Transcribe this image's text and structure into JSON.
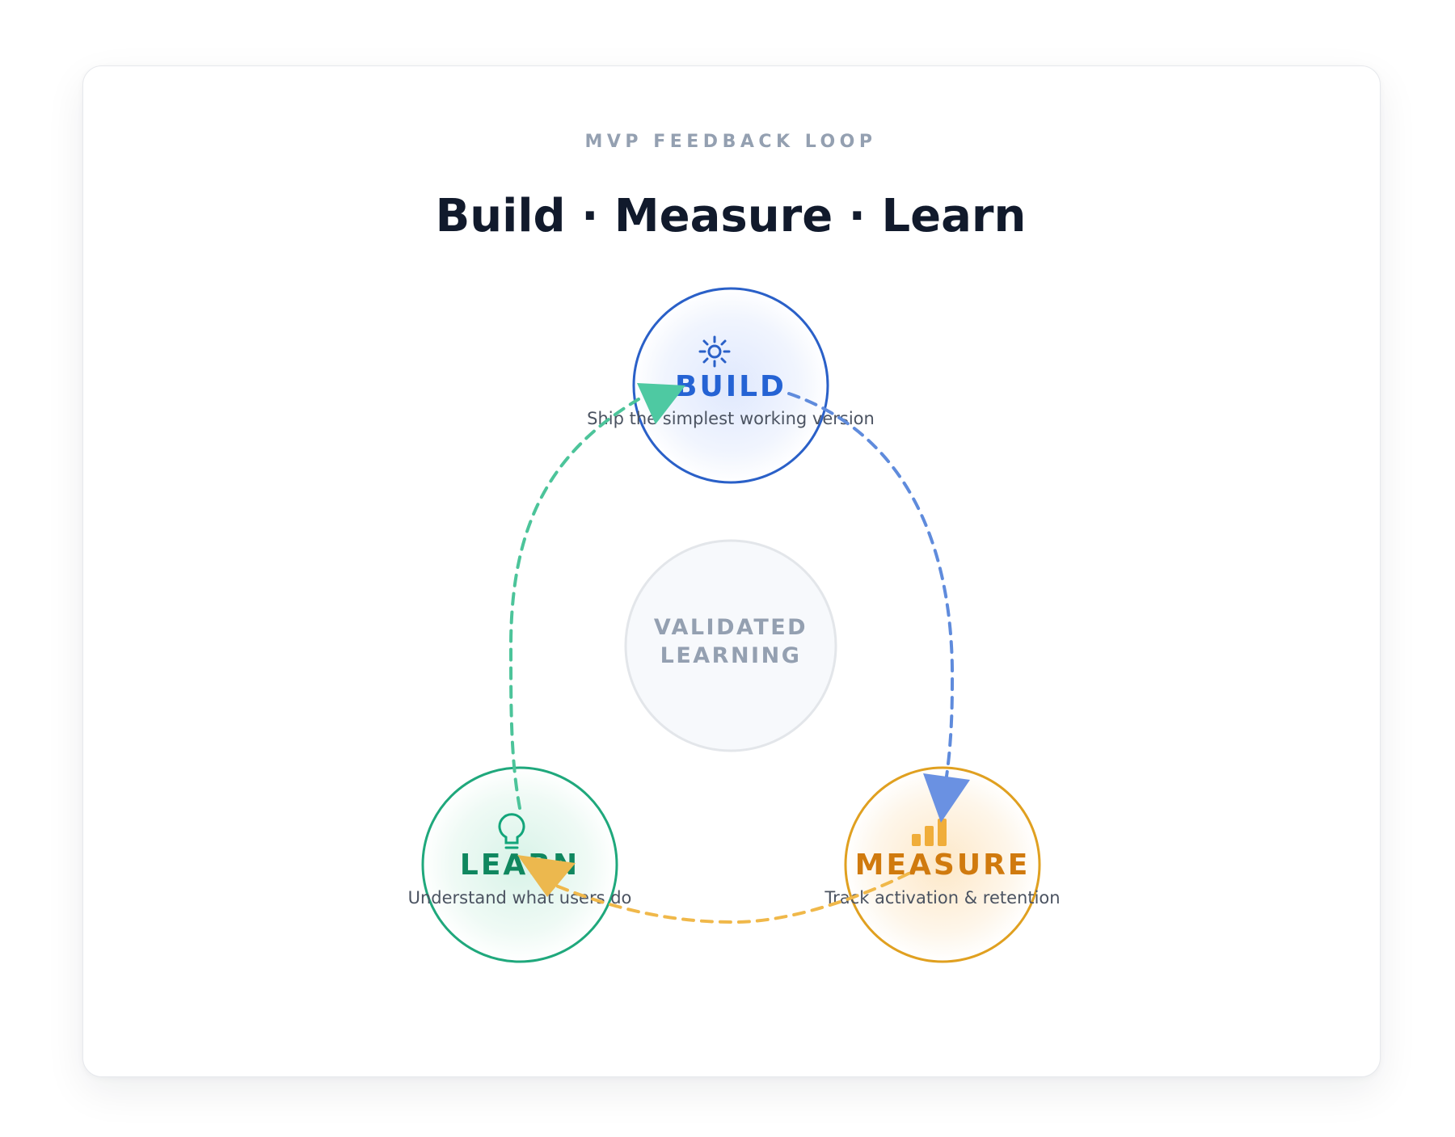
{
  "header": {
    "eyebrow": "MVP FEEDBACK LOOP",
    "title": "Build · Measure · Learn"
  },
  "center": {
    "line1": "VALIDATED",
    "line2": "LEARNING"
  },
  "nodes": {
    "build": {
      "label": "BUILD",
      "description": "Ship the simplest working version",
      "icon": "gear-icon",
      "color": "#2a60c8"
    },
    "measure": {
      "label": "MEASURE",
      "description": "Track activation & retention",
      "icon": "bar-chart-icon",
      "color": "#e0a020"
    },
    "learn": {
      "label": "LEARN",
      "description": "Understand what users do",
      "icon": "lightbulb-icon",
      "color": "#12a57a"
    }
  },
  "flows": [
    {
      "from": "BUILD",
      "to": "MEASURE",
      "color": "#5f8bdc"
    },
    {
      "from": "MEASURE",
      "to": "LEARN",
      "color": "#f0b84a"
    },
    {
      "from": "LEARN",
      "to": "BUILD",
      "color": "#4cc49a"
    }
  ]
}
